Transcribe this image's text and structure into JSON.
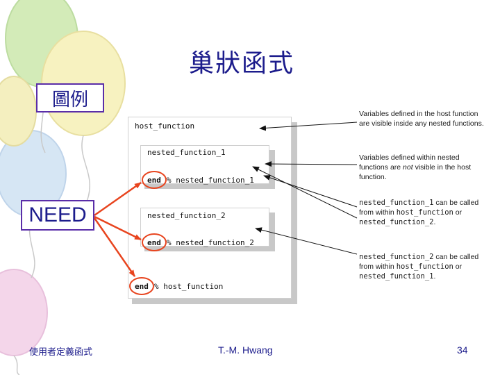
{
  "slide": {
    "title": "巢狀函式",
    "legend_label": "圖例",
    "need_label": "NEED"
  },
  "code": {
    "host_function": "host_function",
    "nested_1": "nested_function_1",
    "end_nested_1": "% nested_function_1",
    "nested_2": "nested_function_2",
    "end_nested_2": "% nested_function_2",
    "end_host": "% host_function",
    "end_keyword": "end"
  },
  "notes": {
    "note1": "Variables defined in the host function are visible inside any nested functions.",
    "note2_a": "Variables defined within nested functions are ",
    "note2_em": "not",
    "note2_b": " visible in the host function.",
    "note3_code1": "nested_function_1",
    "note3_t1": " can be called from within ",
    "note3_code2": "host_function",
    "note3_t2": " or ",
    "note3_code3": "nested_function_2",
    "note3_t3": ".",
    "note4_code1": "nested_function_2",
    "note4_t1": " can be called from within ",
    "note4_code2": "host_function",
    "note4_t2": " or ",
    "note4_code3": "nested_function_1",
    "note4_t3": "."
  },
  "footer": {
    "left": "使用者定義函式",
    "center": "T.-M. Hwang",
    "page": "34"
  },
  "colors": {
    "title": "#1c1c8c",
    "box_border": "#5a2da8",
    "highlight": "#e8441e",
    "balloon_green": "#c6e5a5",
    "balloon_yellow": "#f6f0b2",
    "balloon_blue": "#c8dcf0",
    "balloon_pink": "#f2cde6"
  }
}
